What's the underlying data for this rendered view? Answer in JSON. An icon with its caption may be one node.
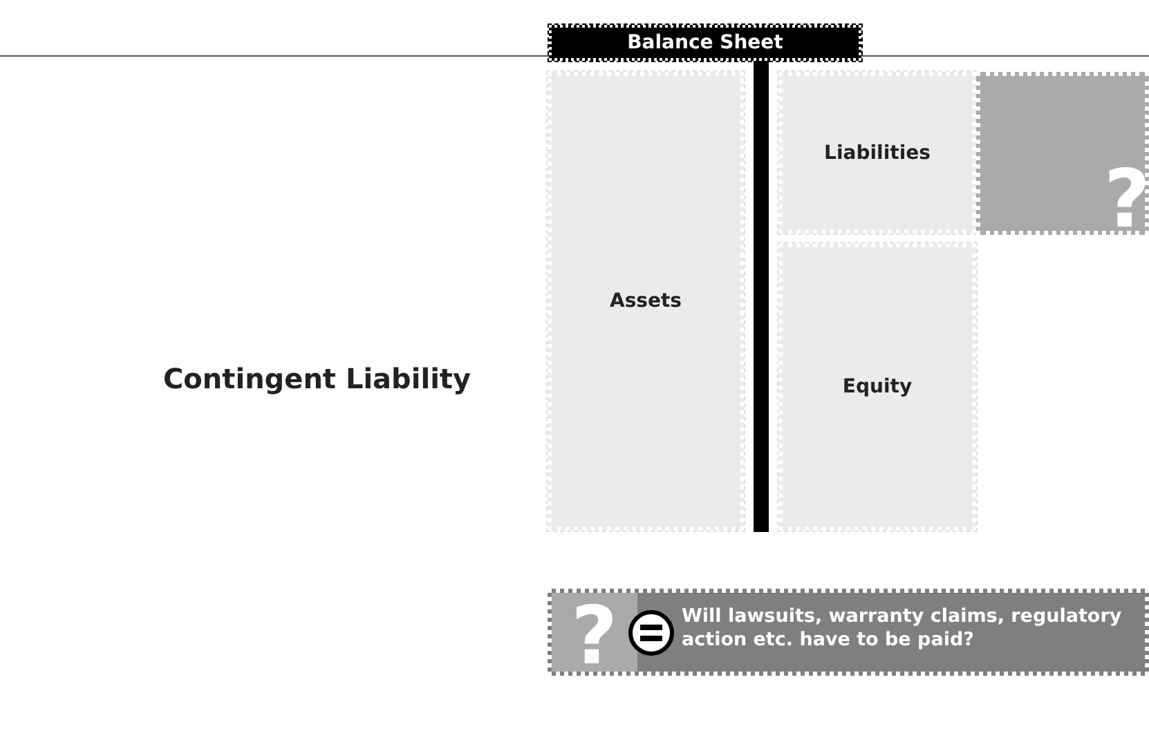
{
  "diagram": {
    "title": "Contingent Liability",
    "nodes": [
      {
        "text": [
          "Balance Sheet"
        ]
      },
      {
        "text": [
          "Assets"
        ]
      },
      {
        "text": [
          "Liabilities"
        ]
      },
      {
        "text": [
          "?"
        ]
      },
      {
        "text": [
          "Equity"
        ]
      },
      {
        "text": [
          "?",
          "Will lawsuits, warranty claims, regulatory action etc. have to be paid?"
        ]
      }
    ],
    "edges": []
  }
}
